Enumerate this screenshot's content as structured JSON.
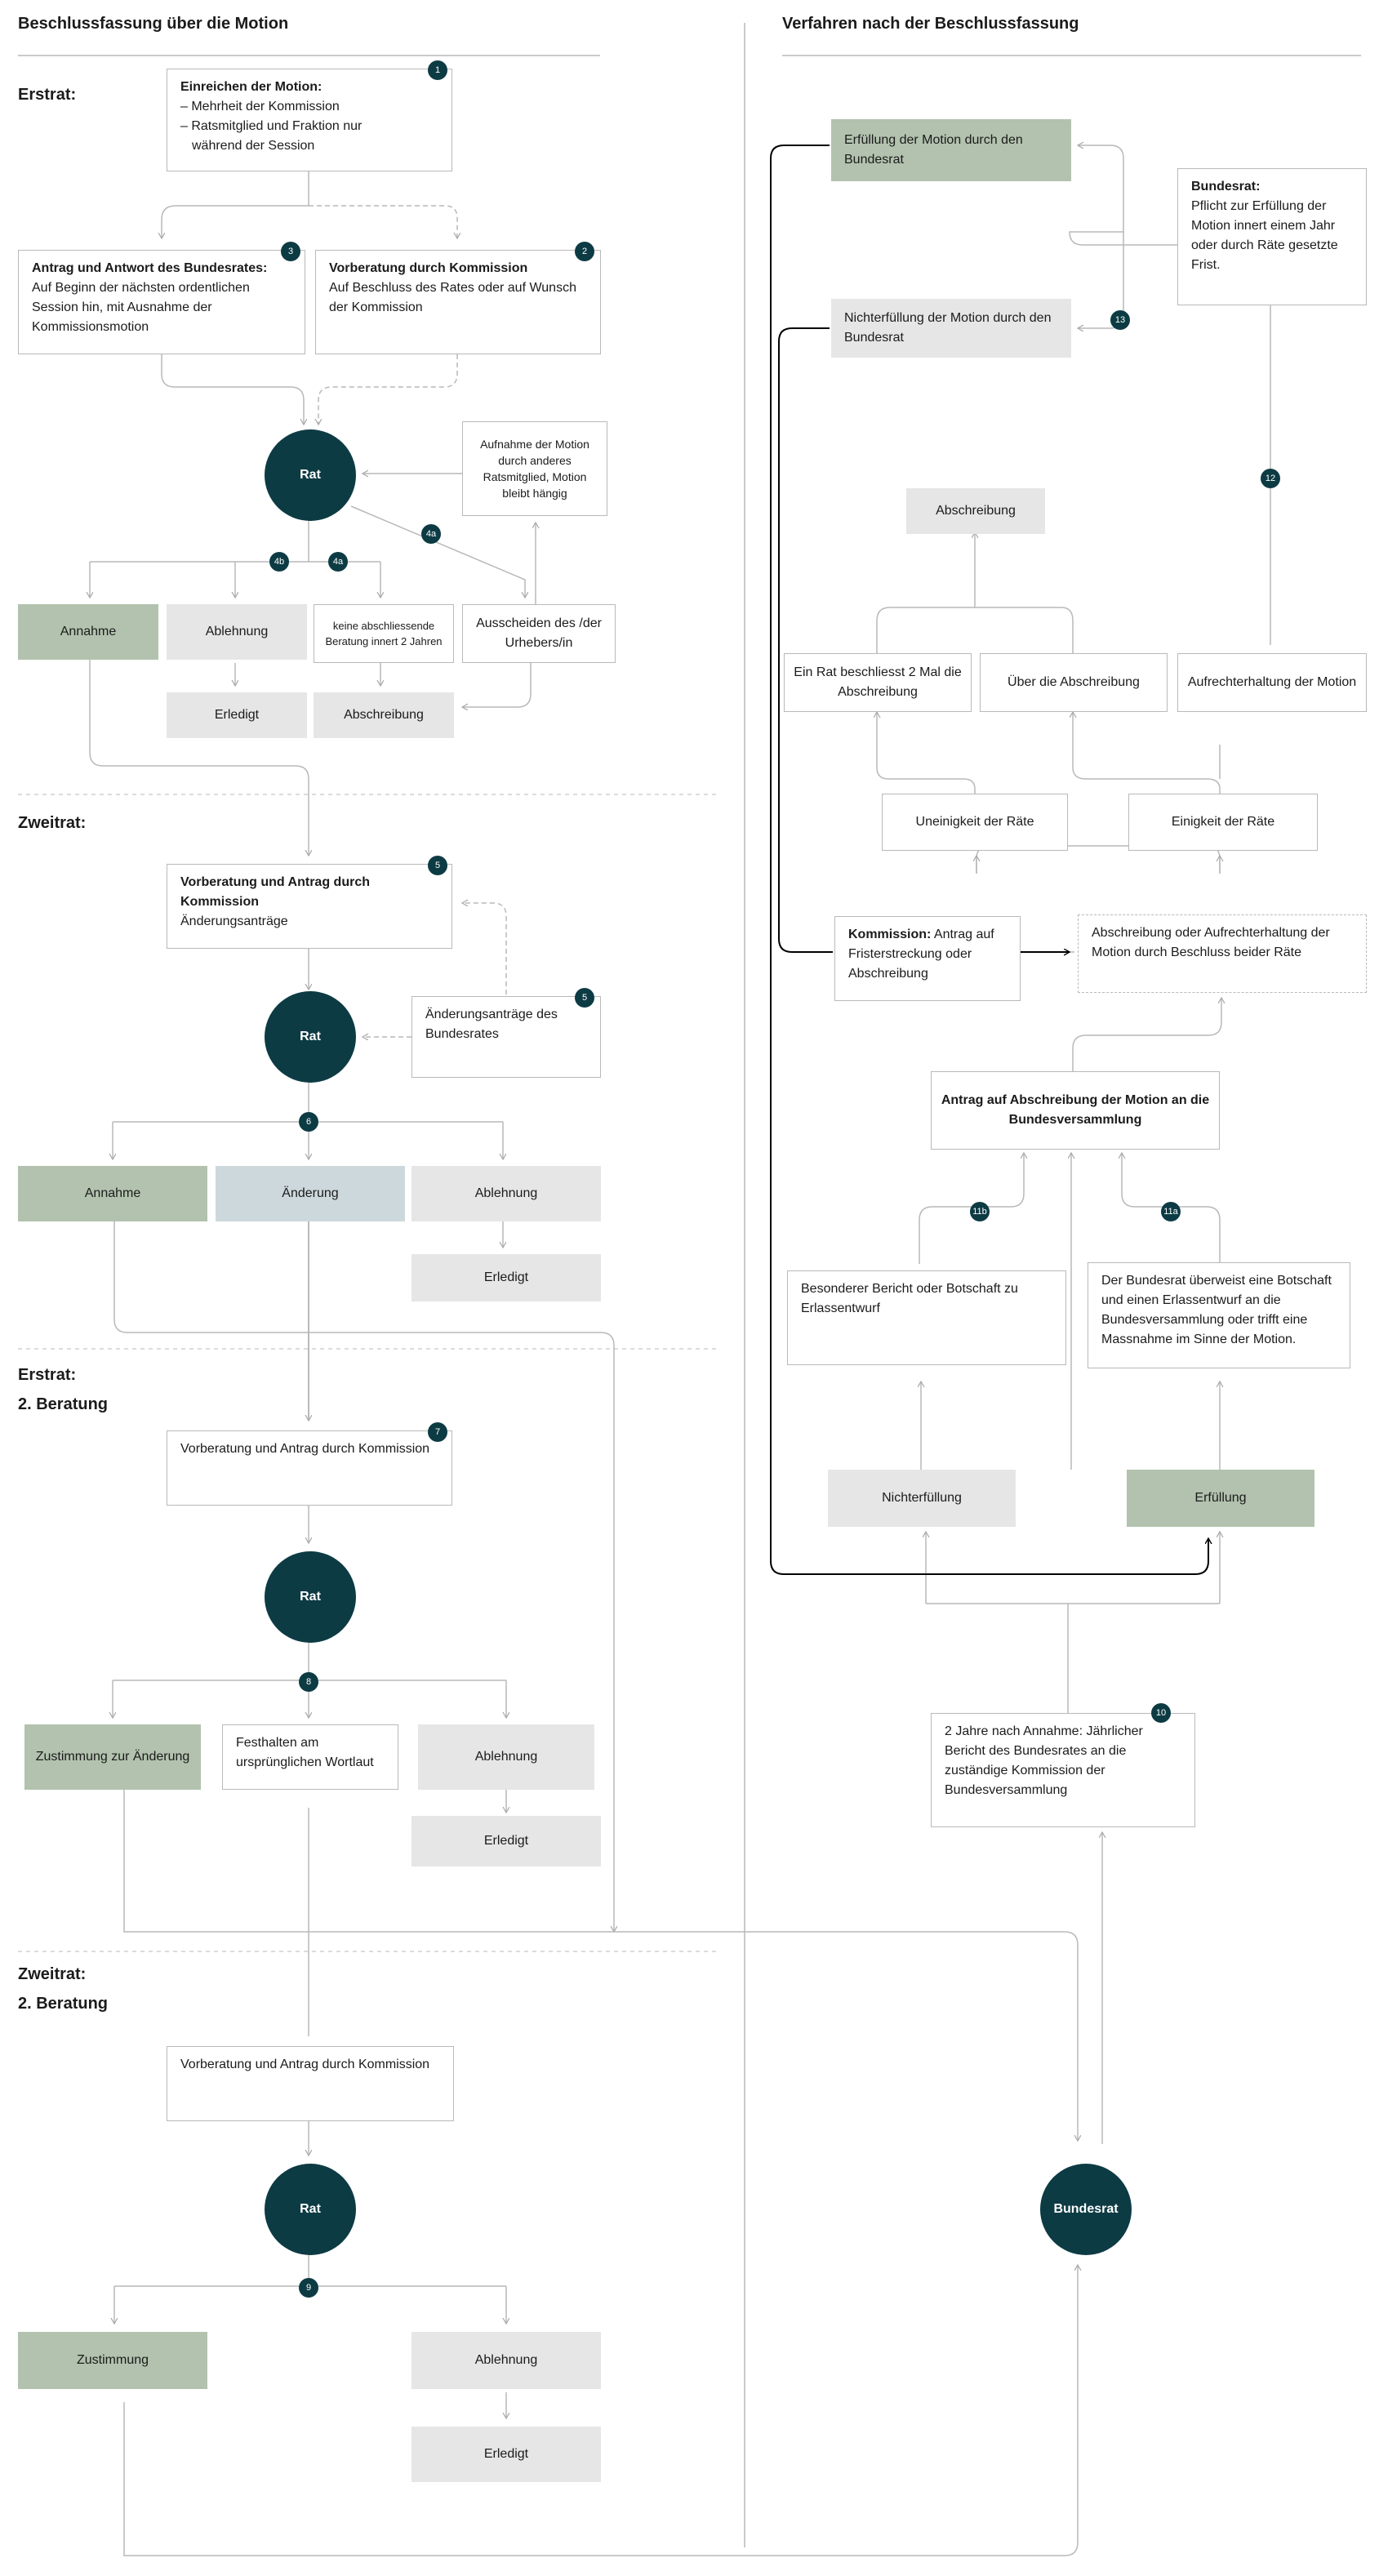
{
  "headings": {
    "left": "Beschlussfassung über die Motion",
    "right": "Verfahren nach der Beschlussfassung"
  },
  "sections": {
    "erstrat": "Erstrat:",
    "zweitrat": "Zweitrat:",
    "erstrat2": "Erstrat:",
    "erstrat2_sub": "2. Beratung",
    "zweitrat2": "Zweitrat:",
    "zweitrat2_sub": "2. Beratung"
  },
  "nodes": {
    "einreichen_title": "Einreichen der Motion:",
    "einreichen_l1": "– Mehrheit der Kommission",
    "einreichen_l2": "– Ratsmitglied und Fraktion nur",
    "einreichen_l3": "während der Session",
    "antrag_br_title": "Antrag und Antwort des Bundesrates:",
    "antrag_br_text": "Auf Beginn der nächsten ordentlichen Session hin, mit Ausnahme der Kommissionsmotion",
    "vorberatung_kom_title": "Vorberatung durch Kommission",
    "vorberatung_kom_text": "Auf Beschluss des Rates oder auf Wunsch der Kommission",
    "rat": "Rat",
    "aufnahme_motion": "Aufnahme der Motion durch anderes Ratsmitglied, Motion bleibt hängig",
    "annahme": "Annahme",
    "ablehnung": "Ablehnung",
    "keine_abschl": "keine abschliessende Beratung innert 2 Jahren",
    "ausscheiden": "Ausscheiden des /der Urhebers/in",
    "erledigt": "Erledigt",
    "abschreibung": "Abschreibung",
    "vorberatung_antrag_title": "Vorberatung und Antrag durch Kommission",
    "vorberatung_antrag_text": "Änderungsanträge",
    "aenderungsantraege_br": "Änderungsanträge des Bundesrates",
    "aenderung": "Änderung",
    "vorberatung_antrag_kom": "Vorberatung und Antrag durch Kommission",
    "zustimmung_aenderung": "Zustimmung zur Änderung",
    "festhalten": "Festhalten am ursprünglichen Wortlaut",
    "zustimmung": "Zustimmung",
    "bundesrat": "Bundesrat",
    "erfuellung_br": "Erfüllung der Motion durch den Bundesrat",
    "nichterfuellung_br": "Nichterfüllung der Motion durch den Bundesrat",
    "br_pflicht_title": "Bundesrat:",
    "br_pflicht_text": "Pflicht zur Erfüllung der Motion innert einem Jahr oder durch Räte gesetzte Frist.",
    "abschreibung_r": "Abschreibung",
    "ein_rat": "Ein Rat beschliesst 2 Mal die Abschreibung",
    "ueber_abschreibung": "Über die Abschreibung",
    "aufrechterhaltung": "Aufrechterhaltung der Motion",
    "uneinigkeit": "Uneinigkeit der Räte",
    "einigkeit": "Einigkeit der Räte",
    "kommission_title": "Kommission:",
    "kommission_text": "Antrag auf Fristerstreckung oder Abschreibung",
    "abschr_oder_aufr": "Abschreibung oder Aufrechterhaltung der Motion durch Beschluss beider Räte",
    "antrag_abschr": "Antrag auf Abschreibung der Motion an die Bundesversammlung",
    "besonderer_bericht": "Besonderer Bericht oder Botschaft zu Erlassentwurf",
    "br_ueberweist": "Der Bundesrat überweist eine Botschaft und einen Erlassentwurf an die Bundesversammlung oder trifft eine Massnahme im Sinne der Motion.",
    "nichterfuellung": "Nichterfüllung",
    "erfuellung": "Erfüllung",
    "zwei_jahre": "2 Jahre nach Annahme: Jährlicher Bericht des Bundesrates an die zuständige Kommission der Bundesversammlung"
  },
  "badges": {
    "b1": "1",
    "b2": "2",
    "b3": "3",
    "b4a": "4a",
    "b4b": "4b",
    "b4a2": "4a",
    "b5": "5",
    "b5b": "5",
    "b6": "6",
    "b7": "7",
    "b8": "8",
    "b9": "9",
    "b10": "10",
    "b11a": "11a",
    "b11b": "11b",
    "b12": "12",
    "b13": "13"
  },
  "colors": {
    "dark": "#0d3b44",
    "green": "#b2c2ae",
    "gray": "#e6e6e6",
    "blue": "#cdd8dc",
    "line": "#b9b9b9"
  }
}
